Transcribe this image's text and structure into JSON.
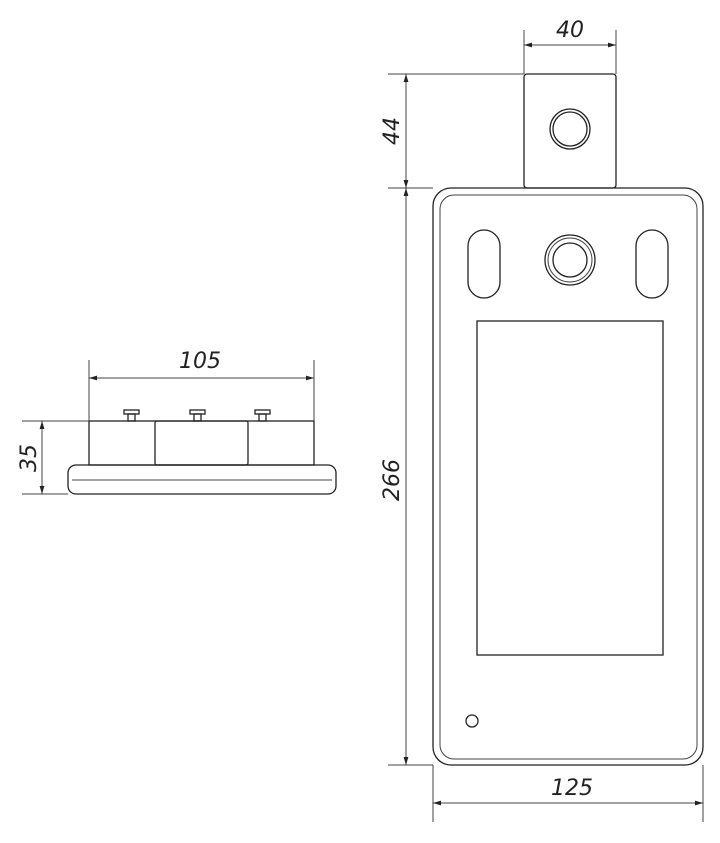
{
  "dimensions": {
    "side_width": "105",
    "side_height": "35",
    "bracket_width": "40",
    "bracket_height": "44",
    "body_height": "266",
    "body_width": "125"
  },
  "colors": {
    "line": "#222222",
    "background": "#ffffff"
  }
}
